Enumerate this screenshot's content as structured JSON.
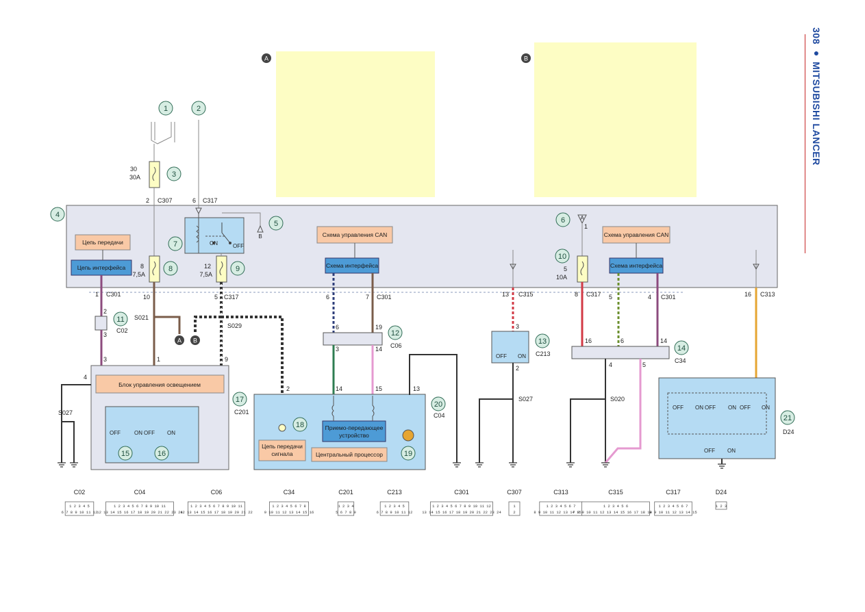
{
  "side_title": "308 ● MITSUBISHI LANCER",
  "colors": {
    "module_fill": "#e4e6f0",
    "orange_fill": "#f9c9a6",
    "blue_fill": "#4d9bd6",
    "light_blue_fill": "#b5dbf3",
    "yellow_fill": "#fdfdc4",
    "circle_fill": "#d7ede3",
    "wire_black": "#3a3a3a",
    "wire_brown": "#7a5c4a",
    "wire_purple": "#8c4b7e",
    "wire_red": "#d23a45",
    "wire_green": "#2e7d52",
    "wire_pink": "#e59ad0",
    "wire_yellow_orange": "#e6a532",
    "wire_gray": "#9a9a9a"
  },
  "callouts": {
    "A": "A",
    "B": "B",
    "n1": "1",
    "n2": "2",
    "n3": "3",
    "n4": "4",
    "n5": "5",
    "n6": "6",
    "n7": "7",
    "n8": "8",
    "n9": "9",
    "n10": "10",
    "n11": "11",
    "n12": "12",
    "n13": "13",
    "n14": "14",
    "n15": "15",
    "n16": "16",
    "n17": "17",
    "n18": "18",
    "n19": "19",
    "n20": "20",
    "n21": "21"
  },
  "boxes": {
    "tx_circuit": "Цепь передачи",
    "if_circuit_left": "Цепь интерфейса",
    "can_ctrl_mid": "Схема управления CAN",
    "if_circuit_mid": "Схема интерфейса",
    "can_ctrl_right": "Схема управления CAN",
    "if_circuit_right": "Схема интерфейса",
    "lighting_unit": "Блок управления освещением",
    "transceiver_1": "Приемо-передающее",
    "transceiver_2": "устройство",
    "signal_tx_1": "Цепь передачи",
    "signal_tx_2": "сигнала",
    "cpu": "Центральный процессор"
  },
  "labels": {
    "fuse3_a": "30",
    "fuse3_b": "30A",
    "c307_pin": "2",
    "c307": "C307",
    "c317_pin_top": "6",
    "c317_top": "C317",
    "fuse8_a": "8",
    "fuse8_b": "7,5A",
    "fuse9_a": "12",
    "fuse9_b": "7,5A",
    "fuse10_a": "5",
    "fuse10_b": "10A",
    "on": "ON",
    "off": "OFF",
    "s6_pin": "1",
    "c301_pin1": "1",
    "c301_a": "C301",
    "c317_pin10": "10",
    "c317_pin5": "5",
    "c317_b": "C317",
    "c02_pin2": "2",
    "c02_pin3": "3",
    "c02": "C02",
    "s021": "S021",
    "s029": "S029",
    "pin3_lu": "3",
    "pin1_lu": "1",
    "pin9_lu": "9",
    "pin4_lu": "4",
    "s027_left": "S027",
    "c201": "C201",
    "can_pin6": "6",
    "can_pin7": "7",
    "c301_b": "C301",
    "c06_pin6": "6",
    "c06_pin19": "19",
    "c06_pin3": "3",
    "c06_pin14": "14",
    "c06": "C06",
    "c04_pin14": "14",
    "c04_pin15": "15",
    "c04_pin2": "2",
    "c04_pin13": "13",
    "c04": "C04",
    "c315_pin13": "13",
    "c315": "C315",
    "c213_pin3": "3",
    "c213_pin2": "2",
    "c213": "C213",
    "s027_mid": "S027",
    "c317_pin8": "8",
    "c317_c": "C317",
    "c301_pin5": "5",
    "c301_pin4": "4",
    "c301_c": "C301",
    "c34_pin16": "16",
    "c34_pin6": "6",
    "c34_pin14": "14",
    "c34_pin4": "4",
    "c34_pin5": "5",
    "c34": "C34",
    "s020": "S020",
    "c313_pin16": "16",
    "c313": "C313",
    "d24": "D24"
  },
  "connector_legend": [
    {
      "name": "C02",
      "row1": "1 2 3 4 5",
      "row2": "6 7 8 9 10 11 12"
    },
    {
      "name": "C04",
      "row1": "1 2 3 4 5 6 7 8 9 10 11",
      "row2": "12 13 14 15 16 17 18 19 20 21 22 23 24"
    },
    {
      "name": "C06",
      "row1": "1 2 3 4 5 6 7 8 9 10 11",
      "row2": "12 13 14 15 16 17 18 19 20 21 22"
    },
    {
      "name": "C34",
      "row1": "1 2 3 4 5 6 7 8",
      "row2": "9 10 11 12 13 14 15 16"
    },
    {
      "name": "C201",
      "row1": "1 2 3 4",
      "row2": "5 6 7 8 9"
    },
    {
      "name": "C213",
      "row1": "1 2 3 4 5",
      "row2": "6 7 8 9 10 11 12"
    },
    {
      "name": "C301",
      "row1": "1 2 3 4 5 6 7 8 9 10 11 12",
      "row2": "13 14 15 16 17 18 19 20 21 22 23 24"
    },
    {
      "name": "C307",
      "row1": "1",
      "row2": "2"
    },
    {
      "name": "C313",
      "row1": "1 2 3 4 5 6 7",
      "row2": "8 9 10 11 12 13 14 15 16"
    },
    {
      "name": "C315",
      "row1": "1 2 3 4 5 6",
      "row2": "7 8 9 10 11 12 13 14 15 16 17 18 19 20"
    },
    {
      "name": "C317",
      "row1": "1 2 3 4 5 6 7",
      "row2": "8 9 10 11 12 13 14 15"
    },
    {
      "name": "D24",
      "row1": "1 2 3",
      "row2": ""
    }
  ]
}
